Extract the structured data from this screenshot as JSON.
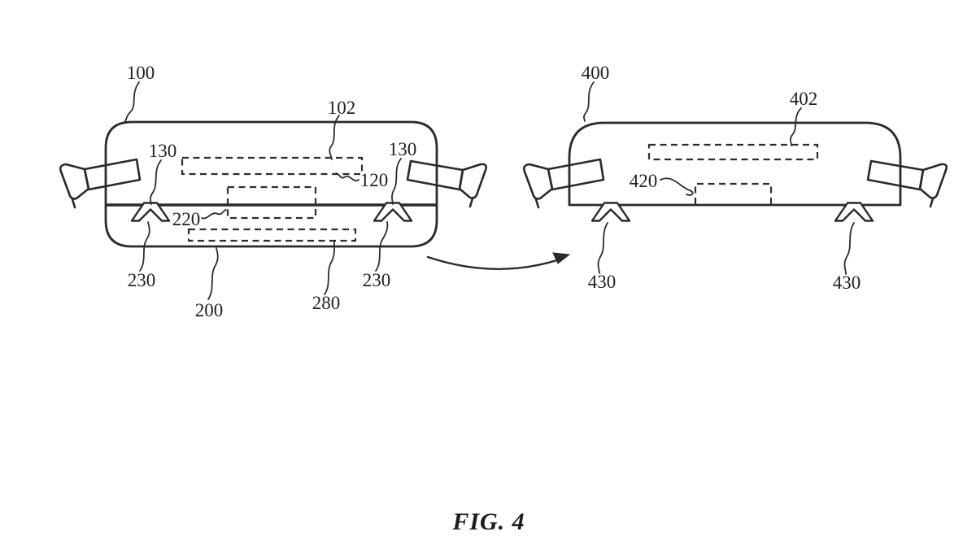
{
  "figure": {
    "caption": "FIG. 4",
    "left_device": {
      "ref_housing": "100",
      "ref_top_cover": "102",
      "ref_attach_left": "130",
      "ref_attach_right": "130",
      "ref_component_120": "120",
      "ref_component_220": "220",
      "ref_latch_left": "230",
      "ref_latch_right": "230",
      "ref_bottom_module": "200",
      "ref_component_280": "280"
    },
    "right_device": {
      "ref_housing": "400",
      "ref_top_cover": "402",
      "ref_component_420": "420",
      "ref_foot_left": "430",
      "ref_foot_right": "430"
    },
    "colors": {
      "line": "#2a2a2a",
      "background": "#ffffff"
    }
  }
}
